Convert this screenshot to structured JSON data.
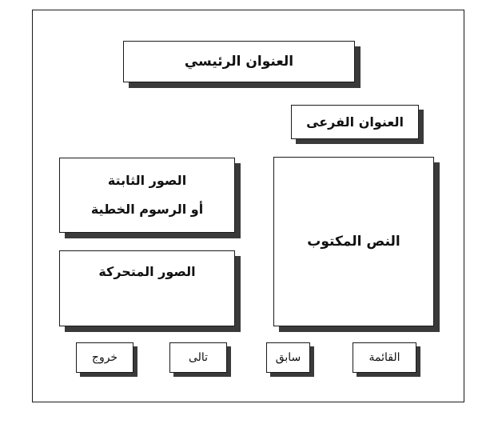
{
  "layout": {
    "main_title": "العنوان الرئيسي",
    "subtitle": "العنوان الفرعى",
    "text": "النص المكتوب",
    "still_images": {
      "line1": "الصور الثابتة",
      "line2": "أو الرسوم الخطية"
    },
    "moving_images": "الصور المتحركة"
  },
  "navigation": {
    "menu": "القائمة",
    "previous": "سابق",
    "next": "تالى",
    "exit": "خروج"
  },
  "colors": {
    "border": "#1a1a1a",
    "shadow": "#3a3a3a",
    "background": "#ffffff"
  }
}
